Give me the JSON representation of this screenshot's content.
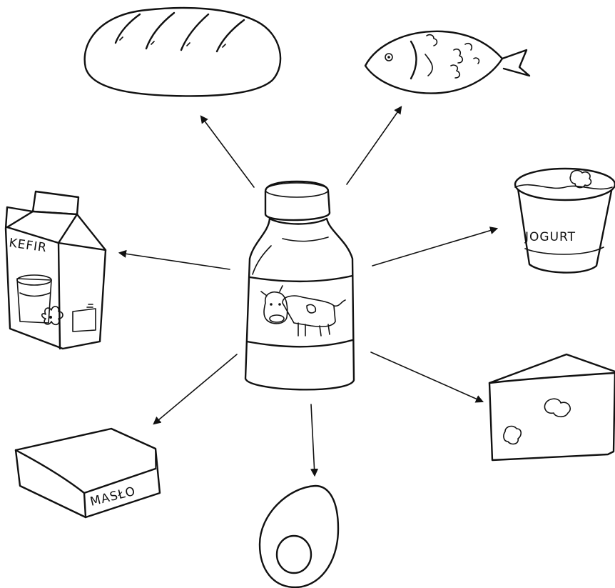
{
  "title": "",
  "colors": {
    "ink": "#111111",
    "background": "#ffffff"
  },
  "center": {
    "name": "milk-bottle",
    "icon": "milk-bottle-with-cow-icon"
  },
  "products": [
    {
      "name": "bread",
      "icon": "bread-loaf-icon",
      "label": ""
    },
    {
      "name": "fish",
      "icon": "fish-icon",
      "label": ""
    },
    {
      "name": "yogurt",
      "icon": "yogurt-cup-icon",
      "label": "JOGURT"
    },
    {
      "name": "kefir",
      "icon": "kefir-carton-icon",
      "label": "KEFIR"
    },
    {
      "name": "cheese",
      "icon": "cheese-wedge-icon",
      "label": ""
    },
    {
      "name": "butter",
      "icon": "butter-block-icon",
      "label": "MASŁO"
    },
    {
      "name": "egg",
      "icon": "egg-icon",
      "label": ""
    }
  ]
}
